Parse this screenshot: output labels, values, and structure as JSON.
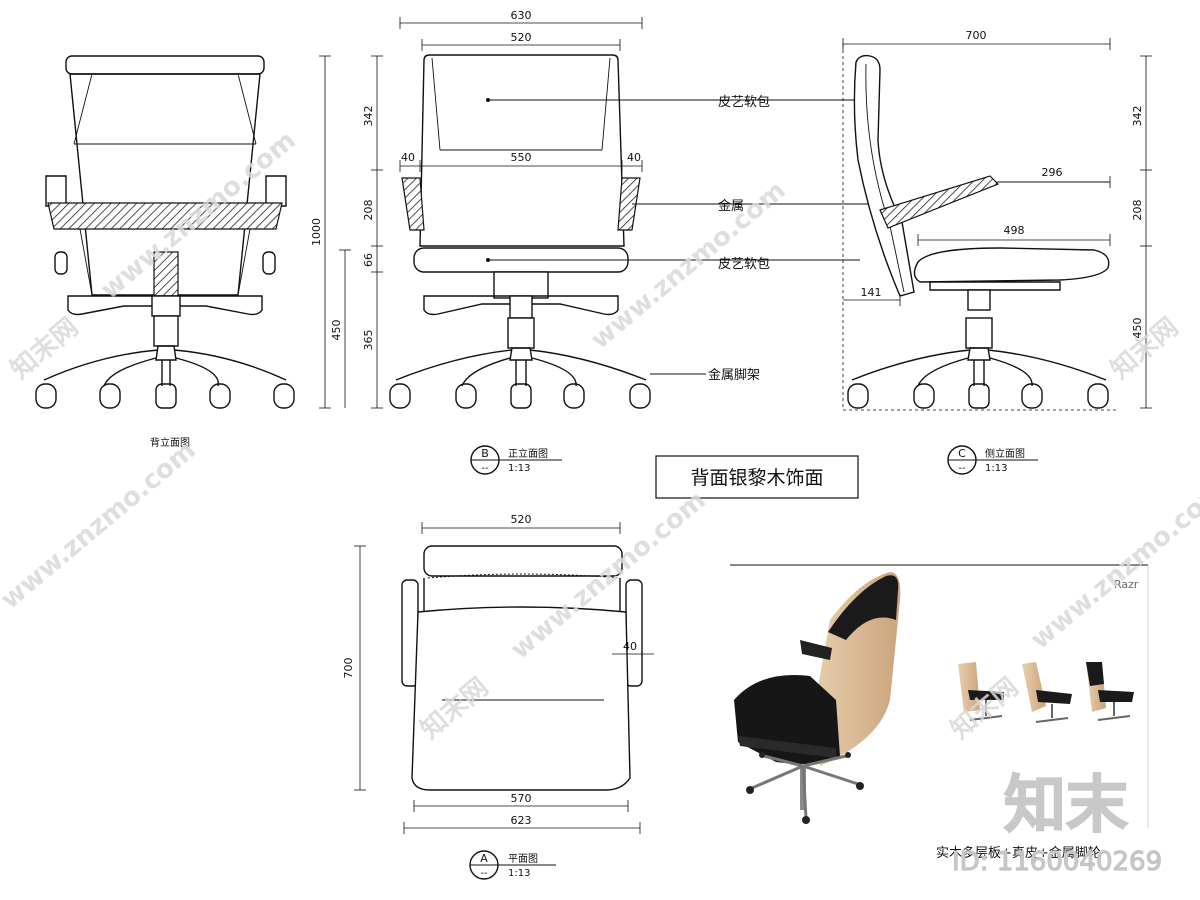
{
  "views": {
    "back": {
      "title": "背立面图",
      "height_total": "1000"
    },
    "front": {
      "tag": "B",
      "title": "正立面图",
      "scale": "1:13",
      "tag_sub": "--",
      "dims": {
        "overall": "630",
        "back": "520",
        "arm_left": "40",
        "seat": "550",
        "arm_right": "40",
        "v_back": "342",
        "v_arm": "208",
        "v_seat": "66",
        "v_base": "365",
        "v_seat_height": "450"
      },
      "callouts": {
        "leather_back": "皮艺软包",
        "metal": "金属",
        "leather_seat": "皮艺软包",
        "base": "金属脚架"
      }
    },
    "side": {
      "tag": "C",
      "title": "侧立面图",
      "scale": "1:13",
      "tag_sub": "--",
      "dims": {
        "depth": "700",
        "arm": "296",
        "seat": "498",
        "back_offset": "141",
        "v_back": "342",
        "v_arm": "208",
        "v_seat_height": "450"
      }
    },
    "plan": {
      "tag": "A",
      "title": "平面图",
      "scale": "1:13",
      "tag_sub": "--",
      "dims": {
        "top": "520",
        "arm": "40",
        "depth": "700",
        "seat": "570",
        "overall": "623"
      }
    }
  },
  "note_box": "背面银黎木饰面",
  "photo": {
    "brand": "Razr",
    "caption": "实木多层板+真皮+金属脚轮"
  },
  "watermarks": {
    "site": "www.znzmo.com",
    "brand": "知末网",
    "logo": "知末",
    "id_text": "ID: 1160040269"
  }
}
